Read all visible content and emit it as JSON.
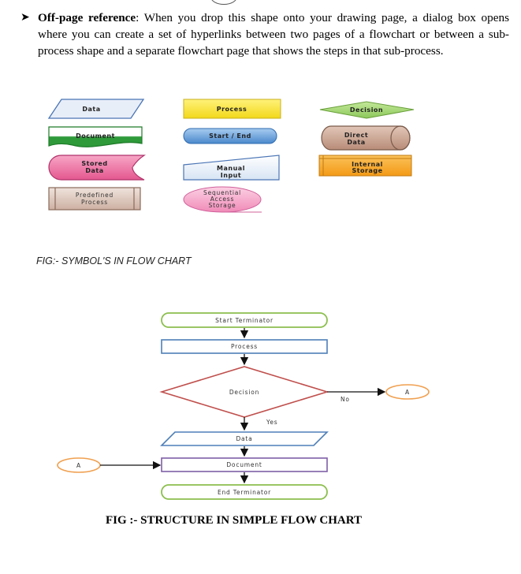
{
  "paragraph": {
    "term": "Off-page reference",
    "text": ": When you drop this shape onto your drawing page, a dialog box opens where you can create a set of hyperlinks between two pages of a flowchart or between a sub-process shape and a separate flowchart page that shows the steps in that sub-process."
  },
  "symbols": {
    "data": "Data",
    "process": "Process",
    "decision": "Decision",
    "document": "Document",
    "start_end": "Start / End",
    "direct_data_1": "Direct",
    "direct_data_2": "Data",
    "stored_data_1": "Stored",
    "stored_data_2": "Data",
    "manual_input_1": "Manual",
    "manual_input_2": "Input",
    "internal_storage_1": "Internal",
    "internal_storage_2": "Storage",
    "predefined_1": "Predefined",
    "predefined_2": "Process",
    "sequential_1": "Sequential",
    "sequential_2": "Access",
    "sequential_3": "Storage"
  },
  "caption_symbols": "FIG:- SYMBOL'S IN FLOW CHART",
  "flow": {
    "start": "Start Terminator",
    "process": "Process",
    "decision": "Decision",
    "no": "No",
    "yes": "Yes",
    "data": "Data",
    "document": "Document",
    "end": "End Terminator",
    "connector_right": "A",
    "connector_left": "A"
  },
  "caption_structure": "FIG :- STRUCTURE IN SIMPLE FLOW CHART",
  "colors": {
    "data_border": "#4a74b5",
    "process_fill": "#f7e63a",
    "decision_fill": "#9ed36a",
    "document_fill": "#2e9a3a",
    "start_end_fill": "#5b9ad8",
    "direct_fill": "#c8a493",
    "stored_fill": "#e96a9e",
    "internal_fill": "#f5a623",
    "predefined_fill": "#d8c2b6",
    "sequential_fill": "#f39ac3",
    "terminator_border": "#8cbf4e",
    "process_border": "#4e7fb8",
    "decision_border": "#c0504d",
    "document_border": "#7f5fa6",
    "connector_border": "#f0a050"
  }
}
